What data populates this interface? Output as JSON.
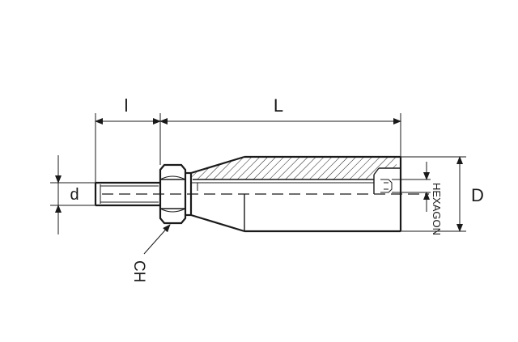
{
  "labels": {
    "l": "l",
    "L": "L",
    "d": "d",
    "D": "D",
    "CH": "CH",
    "hexagon": "HEXAGON"
  }
}
